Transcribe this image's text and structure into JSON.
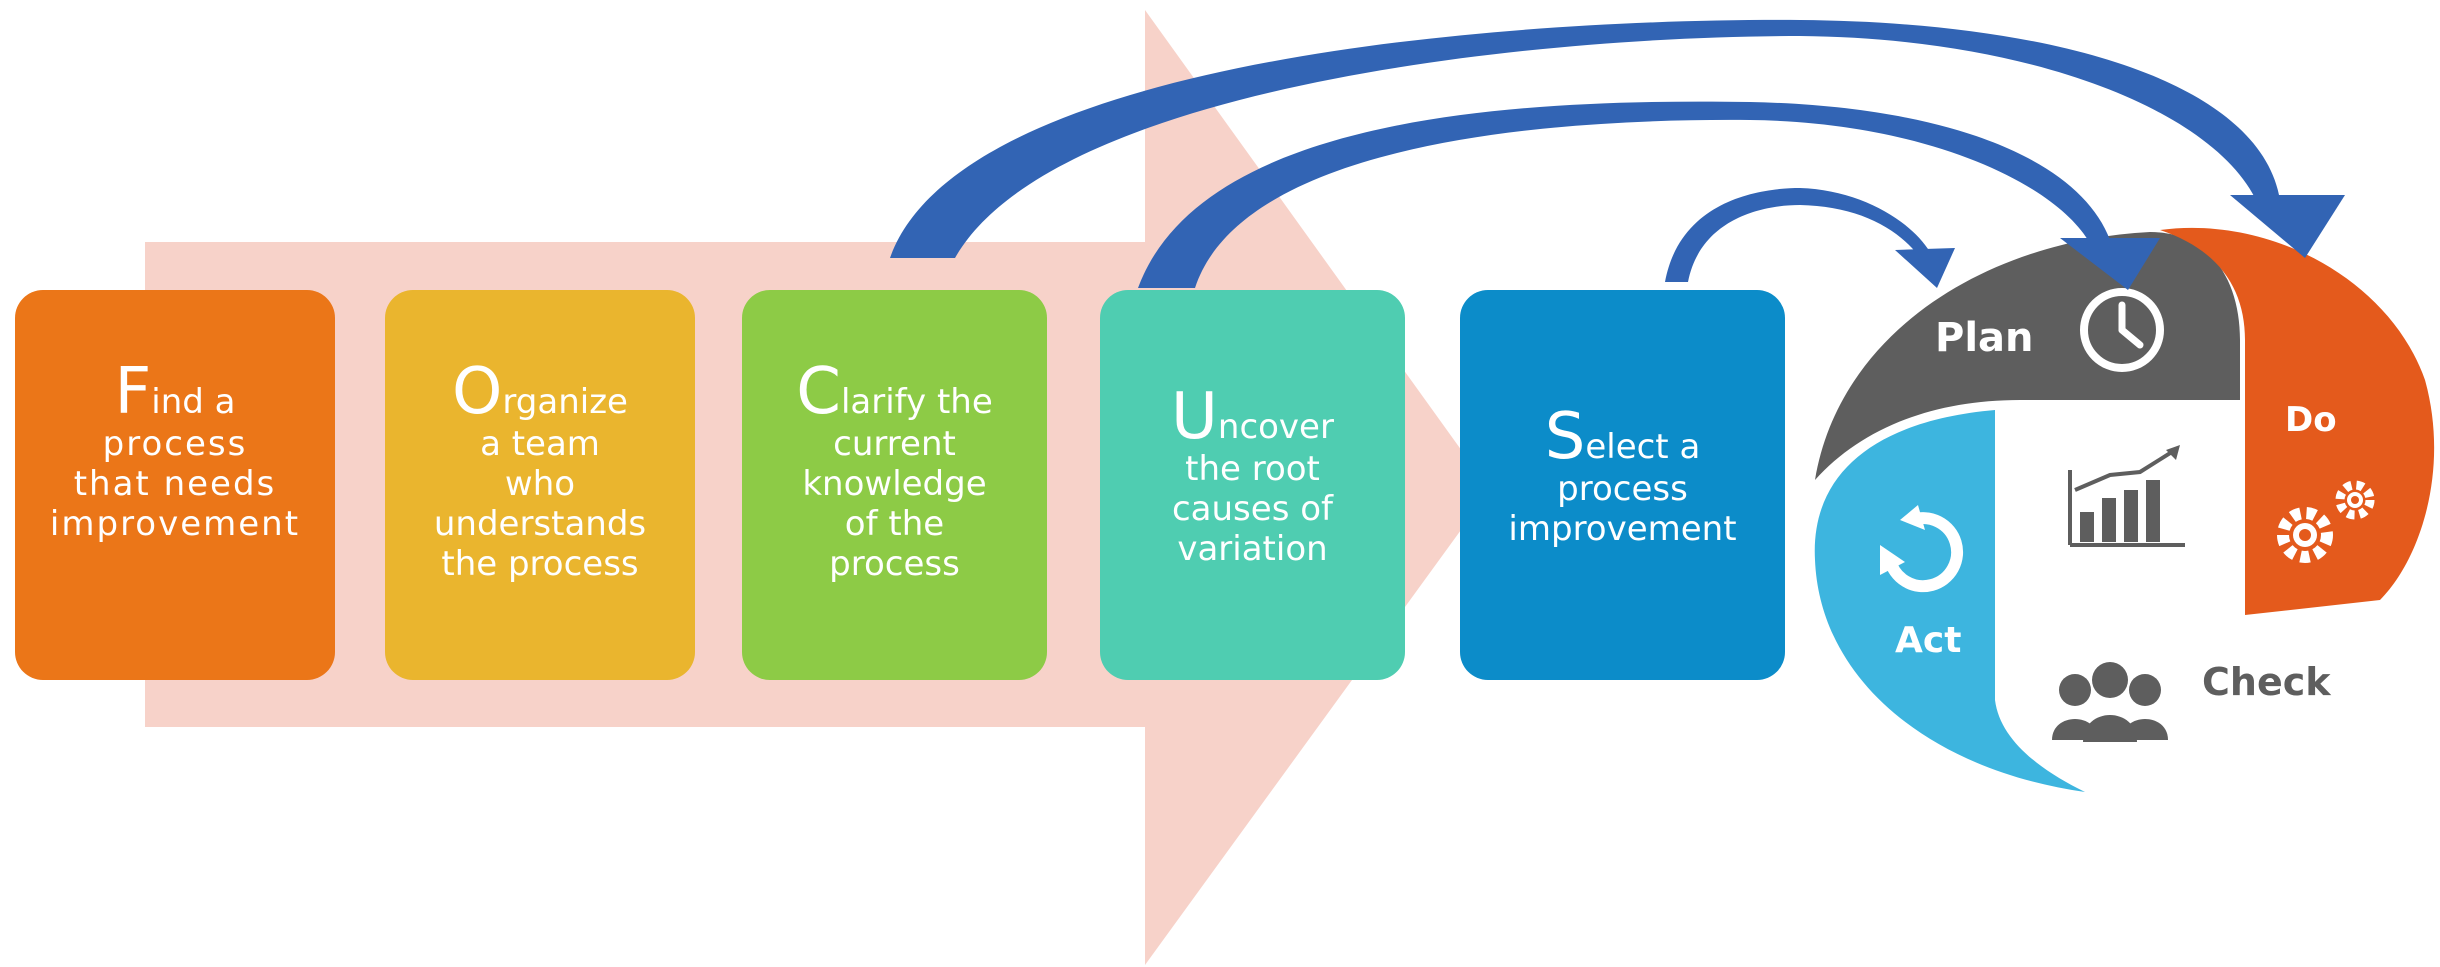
{
  "steps": [
    {
      "initial": "F",
      "rest": "ind a",
      "body": "process\nthat needs\nimprovement",
      "color": "#EB7618"
    },
    {
      "initial": "O",
      "rest": "rganize",
      "body": "a team\nwho\nunderstands\nthe process",
      "color": "#EAB52E"
    },
    {
      "initial": "C",
      "rest": "larify the",
      "body": "current\nknowledge\nof the\nprocess",
      "color": "#8DCB46"
    },
    {
      "initial": "U",
      "rest": "ncover",
      "body": "the root\ncauses of\nvariation",
      "color": "#4FCDB1"
    },
    {
      "initial": "S",
      "rest": "elect a",
      "body": "process\nimprovement",
      "color": "#0C8CC9"
    }
  ],
  "pdca": {
    "plan": {
      "label": "Plan",
      "color": "#5E5E5E",
      "icon": "clock-icon"
    },
    "do": {
      "label": "Do",
      "color": "#E45A1C",
      "icon": "gears-icon"
    },
    "check": {
      "label": "Check",
      "color": "#FFFFFF",
      "text_color": "#5E5E5E",
      "icon": "people-icon"
    },
    "act": {
      "label": "Act",
      "color": "#3DB5DF",
      "icon": "cycle-icon"
    },
    "center_icon": "bar-chart-icon"
  },
  "colors": {
    "big_arrow": "#F7D2C9",
    "connector_arrows": "#3264B4"
  }
}
